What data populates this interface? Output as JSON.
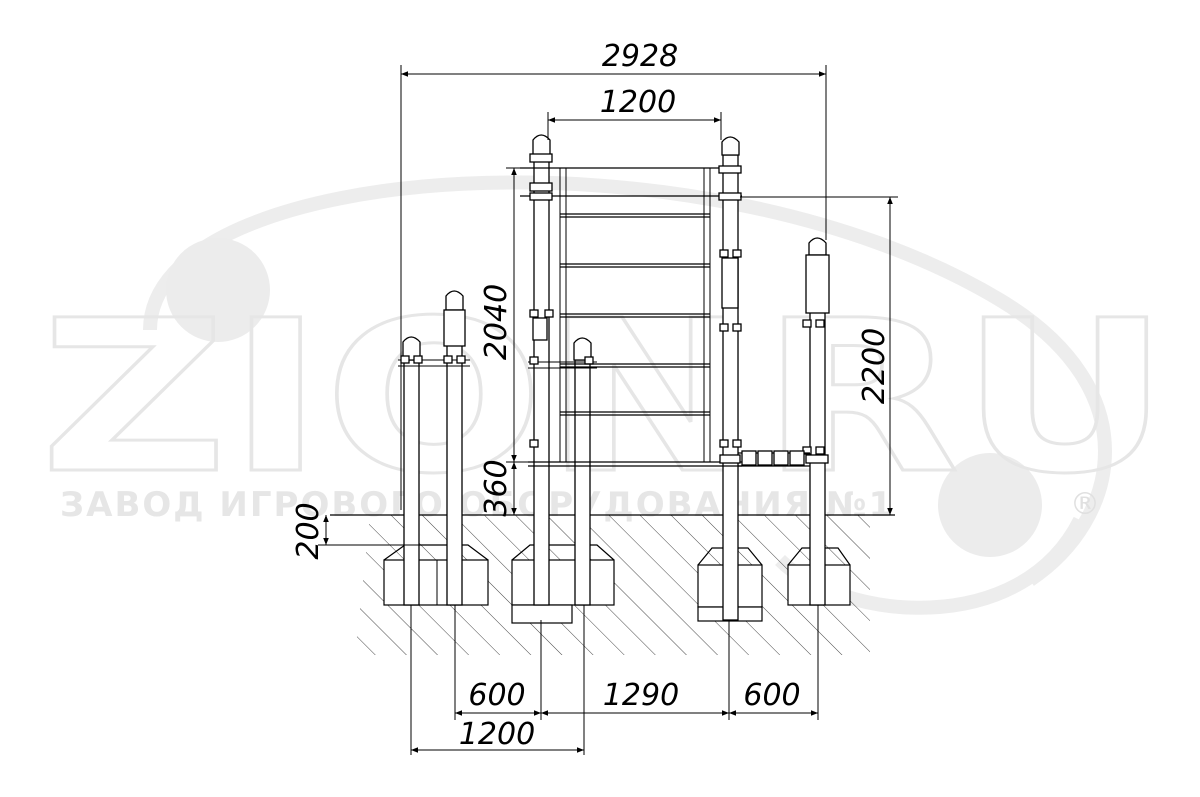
{
  "watermark": {
    "brand": "ZIONRU",
    "tagline": "ЗАВОД ИГРОВОГО ОБОРУДОВАНИЯ №1",
    "registered": "®"
  },
  "dimensions": {
    "overall_width": "2928",
    "ladder_width": "1200",
    "ladder_height": "2040",
    "total_height": "2200",
    "bottom_offset": "360",
    "foundation_depth": "200",
    "left_bar_spacing": "600",
    "middle_spacing": "1290",
    "right_bar_spacing": "600",
    "bottom_span": "1200"
  }
}
